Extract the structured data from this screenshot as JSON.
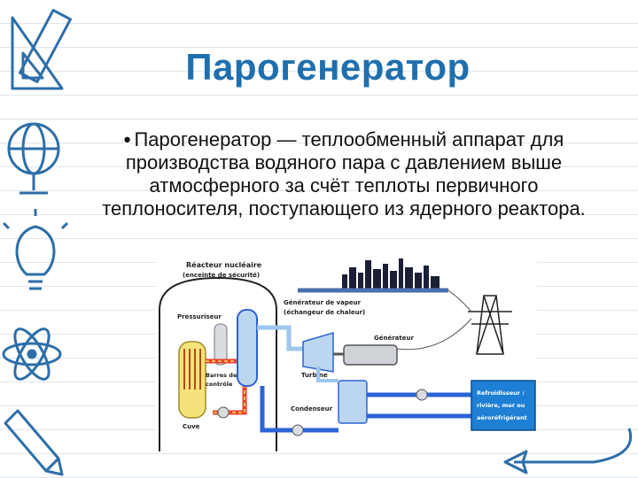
{
  "slide": {
    "title": "Парогенератор",
    "bullet": "Парогенератор — теплообменный аппарат для производства водяного пара с давлением выше атмосферного за счёт теплоты первичного теплоносителя, поступающего из ядерного реактора."
  },
  "diagram": {
    "reactor_label": "Réacteur nucléaire",
    "reactor_sublabel": "(enceinte de sécurité)",
    "pressurizer_label": "Pressuriseur",
    "rods_label": "Barres de",
    "rods_label2": "contrôle",
    "core_label": "Cuve",
    "steam_gen_label": "Générateur de vapeur",
    "steam_gen_sublabel": "(échangeur de chaleur)",
    "turbine_label": "Turbine",
    "generator_label": "Générateur",
    "condenser_label": "Condenseur",
    "cooler_label1": "Refroidisseur :",
    "cooler_label2": "rivière, mer ou",
    "cooler_label3": "aéroréfrigérant"
  },
  "colors": {
    "title": "#1f6fae",
    "decor": "#2d6ea8",
    "hot_loop": "#e8402a",
    "cold_loop": "#2b63d6",
    "cooler_fill": "#1e7fd4"
  },
  "icons": [
    "ruler-triangle-icon",
    "globe-icon",
    "light-bulb-icon",
    "atom-icon",
    "pencil-icon",
    "curved-arrow-icon"
  ]
}
